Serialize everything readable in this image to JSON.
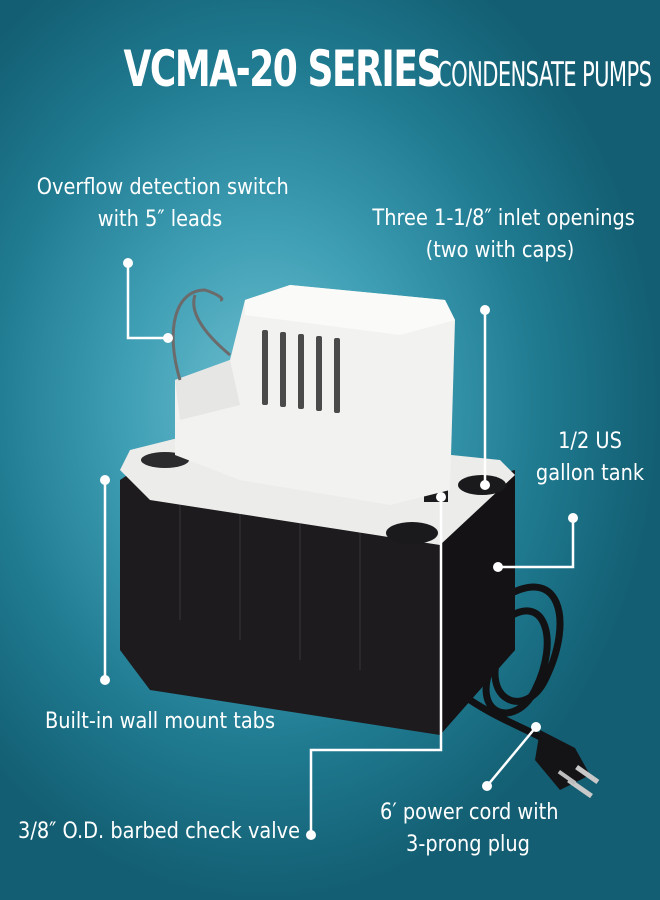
{
  "title": {
    "model": "VCMA-20 SERIES",
    "subtitle": "CONDENSATE PUMPS"
  },
  "colors": {
    "background_center": "#6fbfd0",
    "background_edge": "#135e72",
    "text": "#ffffff",
    "pump_body": "#1e1c1f",
    "pump_cover": "#f1f1ef"
  },
  "callouts": {
    "overflow_switch": {
      "line1": "Overflow detection switch",
      "line2": "with 5″ leads"
    },
    "inlet_openings": {
      "line1": "Three 1-1/8″ inlet openings",
      "line2": "(two with caps)"
    },
    "tank": {
      "line1": "1/2 US",
      "line2": "gallon tank"
    },
    "wall_mount": {
      "line1": "Built-in wall mount tabs"
    },
    "check_valve": {
      "line1": "3/8″ O.D. barbed check valve"
    },
    "power_cord": {
      "line1": "6′ power cord with",
      "line2": "3-prong plug"
    }
  }
}
